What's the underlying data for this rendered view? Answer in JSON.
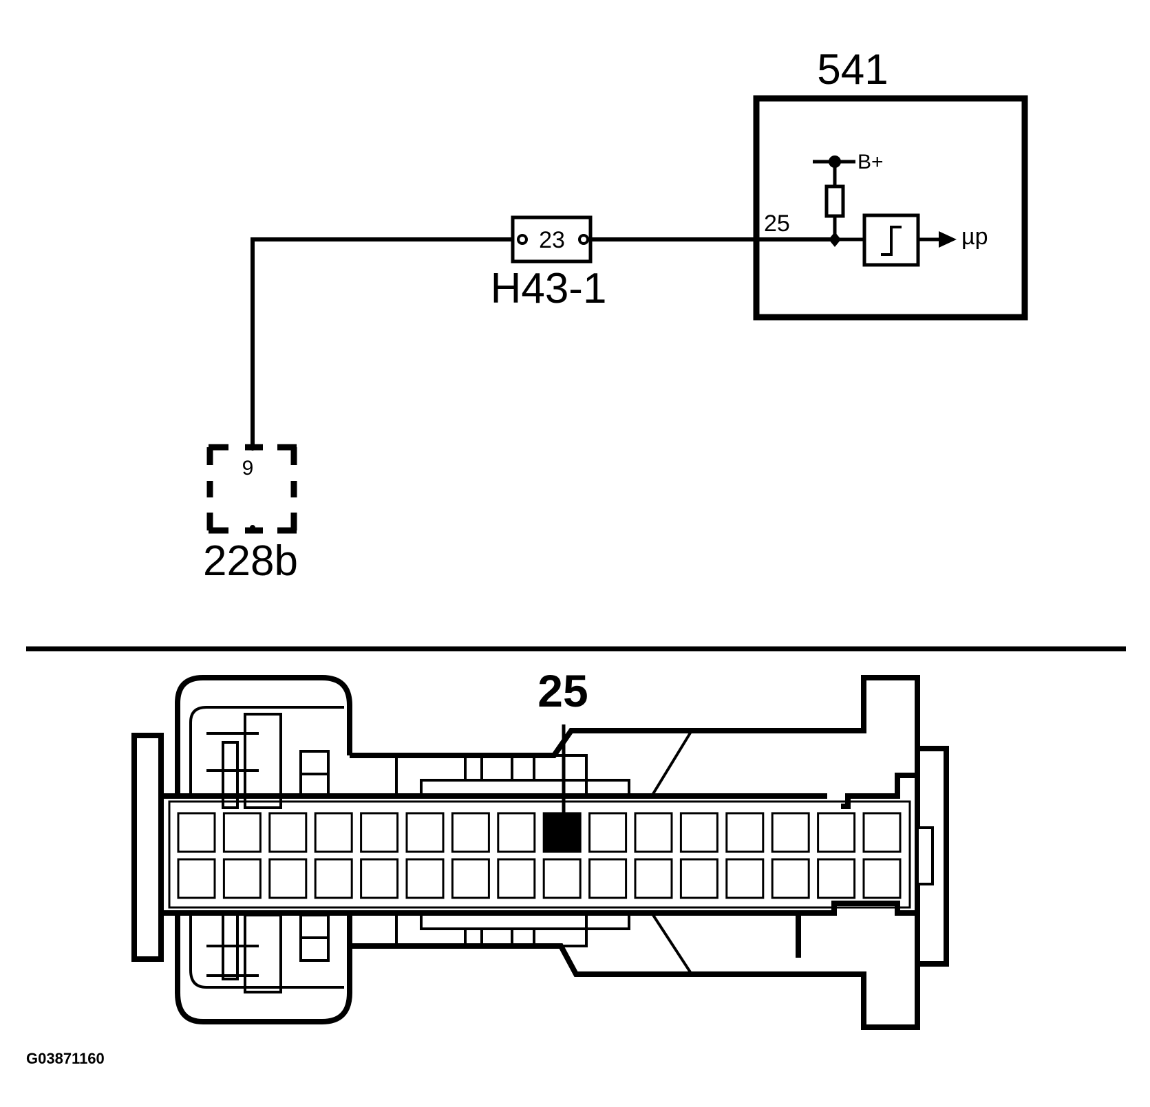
{
  "schematic": {
    "module_541": {
      "label": "541",
      "pin": "25",
      "supply": "B+",
      "output": "µp"
    },
    "connector_h43": {
      "label": "H43-1",
      "pin": "23"
    },
    "component_228b": {
      "label": "228b",
      "pin": "9"
    }
  },
  "connector_view": {
    "highlighted_pin_label": "25",
    "highlighted_row": 1,
    "highlighted_col": 9,
    "rows": 2,
    "cols": 16
  },
  "reference_code": "G03871160"
}
